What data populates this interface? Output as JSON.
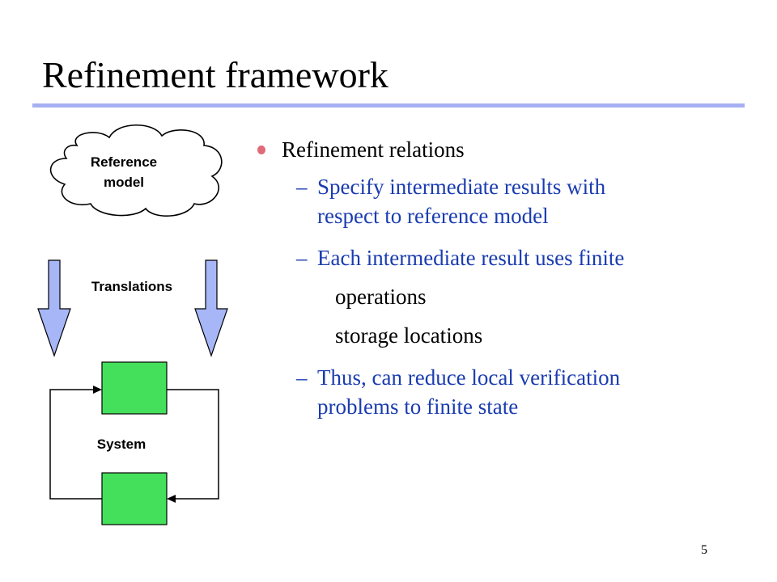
{
  "slide": {
    "title": "Refinement framework",
    "page_number": "5"
  },
  "diagram": {
    "cloud_line1": "Reference",
    "cloud_line2": "model",
    "arrows_label": "Translations",
    "system_label": "System",
    "colors": {
      "arrow_fill": "#a7b6f7",
      "box_fill": "#44e05c",
      "accent_rule": "#a7b0f3"
    }
  },
  "content": {
    "bullet": "Refinement relations",
    "dash_glyph": "–",
    "sub1_line1": "Specify intermediate results with",
    "sub1_line2": "respect to reference model",
    "sub2": "Each intermediate result uses finite",
    "item_a": "operations",
    "item_b": "storage locations",
    "sub3_line1": "Thus, can reduce local verification",
    "sub3_line2": "problems to finite state",
    "bullet_color": "#e06a78",
    "sub_color": "#1a3cb0"
  }
}
